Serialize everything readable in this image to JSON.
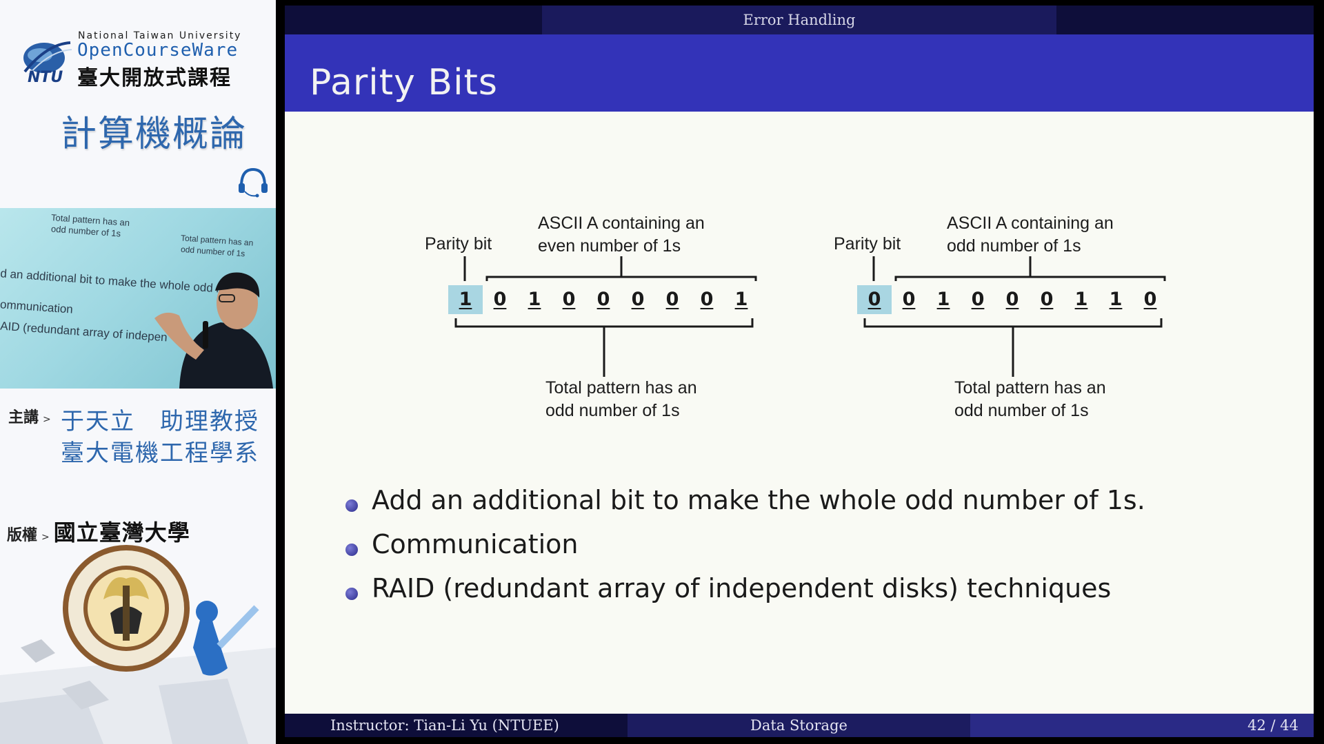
{
  "sidebar": {
    "university_name": "National Taiwan University",
    "ocw_name": "OpenCourseWare",
    "ocw_chinese": "臺大開放式課程",
    "ntu_mark": "NTU",
    "course_title": "計算機概論",
    "lecturer_key": "主講",
    "lecturer_name": "于天立　助理教授",
    "lecturer_dept": "臺大電機工程學系",
    "copyright_key": "版權",
    "copyright_value": "國立臺灣大學",
    "arrow": ">",
    "video_overlay": {
      "line1a": "Total pattern has an",
      "line1b": "odd number of 1s",
      "line2a": "Total pattern has an",
      "line2b": "odd number of 1s",
      "bullet1": "d an additional bit to make the whole odd numbe",
      "bullet2": "ommunication",
      "bullet3": "AID (redundant array of indepen"
    }
  },
  "slide": {
    "section_tab": "Error Handling",
    "title": "Parity Bits",
    "diagram_left": {
      "parity_label": "Parity bit",
      "data_label_1": "ASCII A containing an",
      "data_label_2": "even number of 1s",
      "bits": [
        "1",
        "0",
        "1",
        "0",
        "0",
        "0",
        "0",
        "0",
        "1"
      ],
      "total_label_1": "Total pattern has an",
      "total_label_2": "odd number of 1s"
    },
    "diagram_right": {
      "parity_label": "Parity bit",
      "data_label_1": "ASCII A containing an",
      "data_label_2": "odd number of 1s",
      "bits": [
        "0",
        "0",
        "1",
        "0",
        "0",
        "0",
        "1",
        "1",
        "0"
      ],
      "total_label_1": "Total pattern has an",
      "total_label_2": "odd number of 1s"
    },
    "bullets": [
      "Add an additional bit to make the whole odd number of 1s.",
      "Communication",
      "RAID (redundant array of independent disks) techniques"
    ],
    "footer": {
      "instructor": "Instructor:  Tian-Li Yu  (NTUEE)",
      "topic": "Data Storage",
      "page": "42 / 44"
    }
  },
  "colors": {
    "title_bar": "#3333b8",
    "footer_dark": "#0e0e3a",
    "parity_highlight": "#a9d6e2",
    "sidebar_accent": "#2e67ad"
  }
}
